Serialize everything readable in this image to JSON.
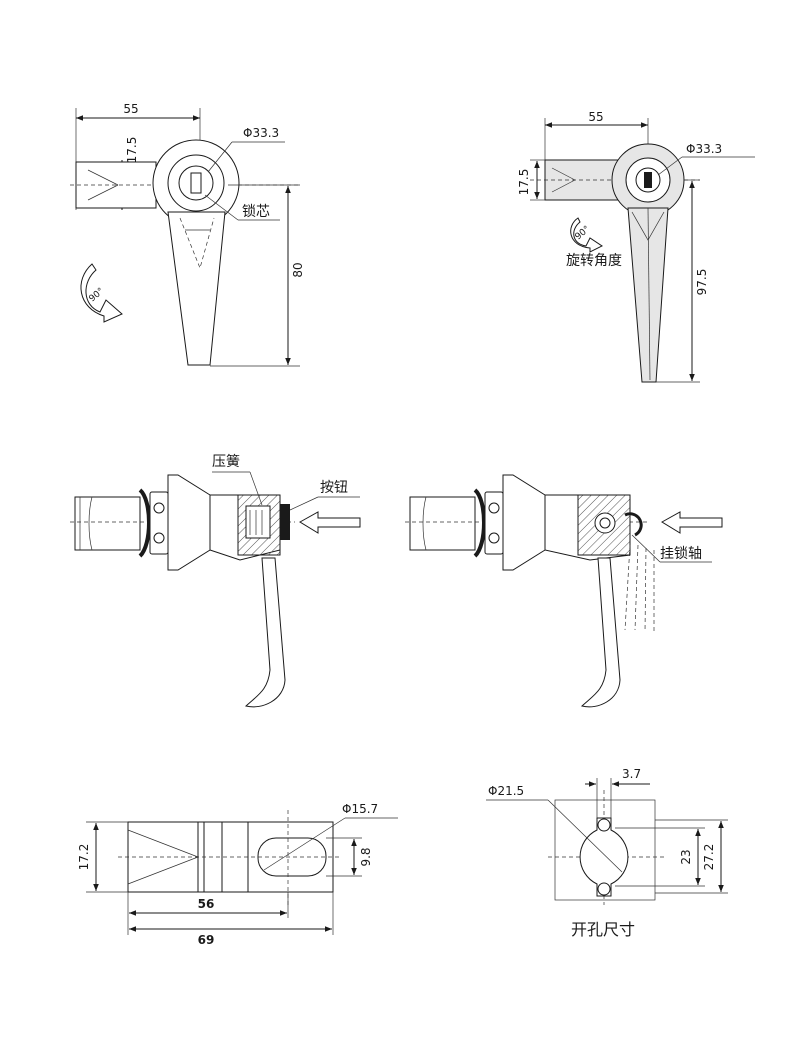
{
  "view1": {
    "width": "55",
    "height": "17.5",
    "diameter": "Φ33.3",
    "core_label": "锁芯",
    "length": "80",
    "rotation": "90°"
  },
  "view2": {
    "width": "55",
    "height": "17.5",
    "diameter": "Φ33.3",
    "rotation": "90°",
    "rotation_label": "旋转角度",
    "length": "97.5"
  },
  "view3": {
    "spring_label": "压簧",
    "button_label": "按钮"
  },
  "view4": {
    "hook_label": "挂锁轴"
  },
  "view5": {
    "diameter": "Φ15.7",
    "height": "17.2",
    "inner_height": "9.8",
    "length_inner": "56",
    "length_total": "69"
  },
  "view6": {
    "diameter": "Φ21.5",
    "key_width": "3.7",
    "inner_height": "23",
    "outer_height": "27.2",
    "caption": "开孔尺寸"
  }
}
